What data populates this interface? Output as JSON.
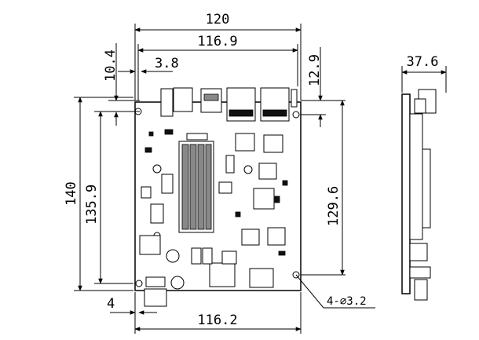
{
  "dimensions": {
    "total_width": "120",
    "inner_width_top": "116.9",
    "left_offset": "10.4",
    "hole_offset_x": "3.8",
    "right_offset": "12.9",
    "side_thickness": "37.6",
    "total_height": "140",
    "inner_height_left": "135.9",
    "inner_height_right": "129.6",
    "bottom_offset": "4",
    "inner_width_bottom": "116.2",
    "hole_callout": "4-∅3.2"
  }
}
